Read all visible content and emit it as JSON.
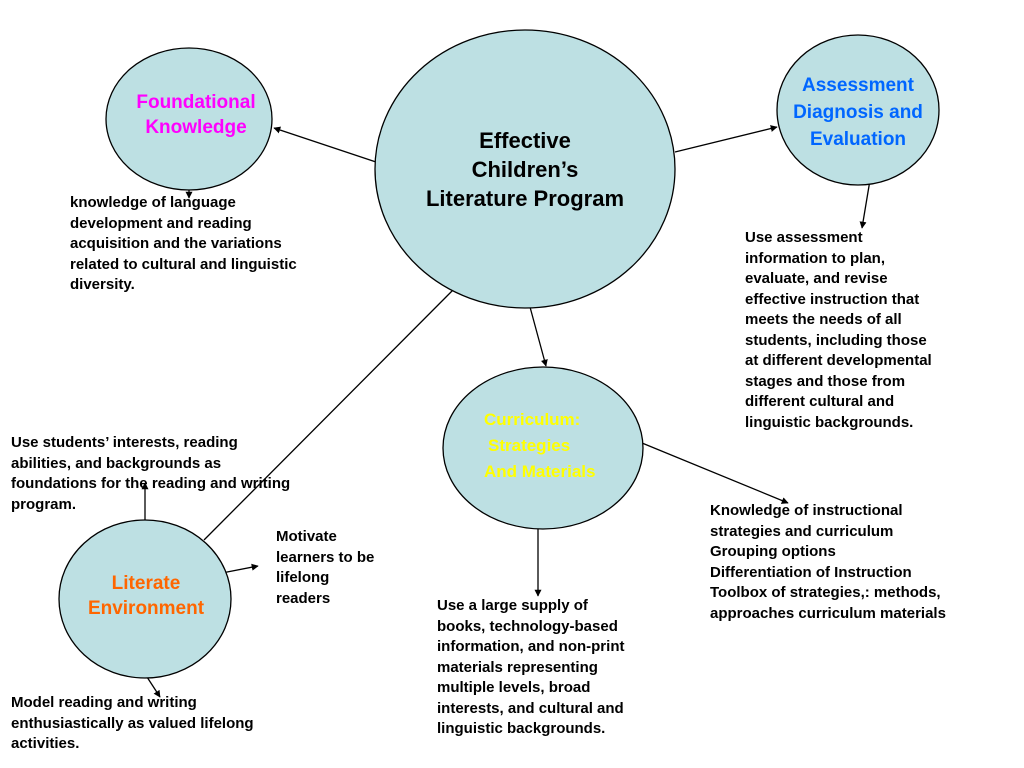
{
  "nodes": {
    "center": {
      "label": [
        "Effective",
        "Children’s",
        "Literature Program"
      ],
      "color": "#000000"
    },
    "foundational": {
      "label": [
        "Foundational",
        "Knowledge"
      ],
      "color": "#ff00ff"
    },
    "assessment": {
      "label": [
        "Assessment",
        "Diagnosis and",
        "Evaluation"
      ],
      "color": "#0066ff"
    },
    "curriculum": {
      "label": [
        "Curriculum:",
        "Strategies",
        "And Materials"
      ],
      "color": "#ffff00"
    },
    "literate": {
      "label": [
        "Literate",
        "Environment"
      ],
      "color": "#ff6600"
    }
  },
  "descriptions": {
    "foundational": "knowledge of language\ndevelopment and reading\nacquisition and the variations\nrelated to cultural and linguistic\ndiversity.",
    "assessment": "Use assessment\ninformation to plan,\nevaluate, and revise\neffective instruction that\nmeets the needs of all\nstudents, including those\nat different developmental\nstages and those from\ndifferent cultural and\nlinguistic backgrounds.",
    "curriculum_materials": "Use a large supply of\nbooks, technology-based\ninformation, and non-print\nmaterials representing\nmultiple levels, broad\ninterests, and cultural and\nlinguistic backgrounds.",
    "curriculum_strategies": "Knowledge of instructional\nstrategies and curriculum\nGrouping options\nDifferentiation of Instruction\nToolbox of strategies,: methods,\napproaches curriculum materials",
    "literate_interests": "Use students’ interests, reading\nabilities, and backgrounds as\nfoundations for the reading and writing\nprogram.",
    "literate_motivate": "Motivate\nlearners to be\nlifelong\nreaders",
    "literate_model": "Model reading and writing\nenthusiastically as valued lifelong\nactivities."
  }
}
